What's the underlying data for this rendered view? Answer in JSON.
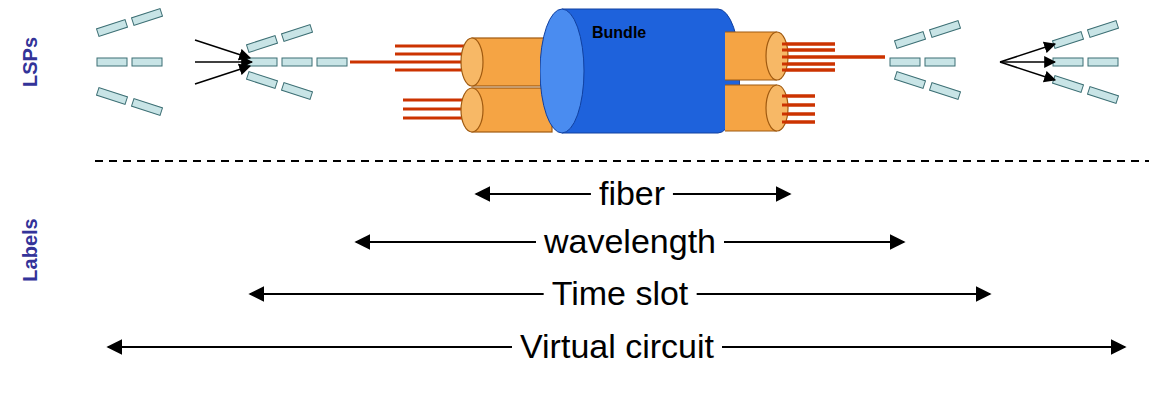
{
  "diagram": {
    "nodes": [
      {
        "text": [
          "Bundle"
        ]
      }
    ],
    "labels": [
      "LSPs",
      "Labels",
      "fiber",
      "wavelength",
      "Time slot",
      "Virtual circuit"
    ]
  }
}
